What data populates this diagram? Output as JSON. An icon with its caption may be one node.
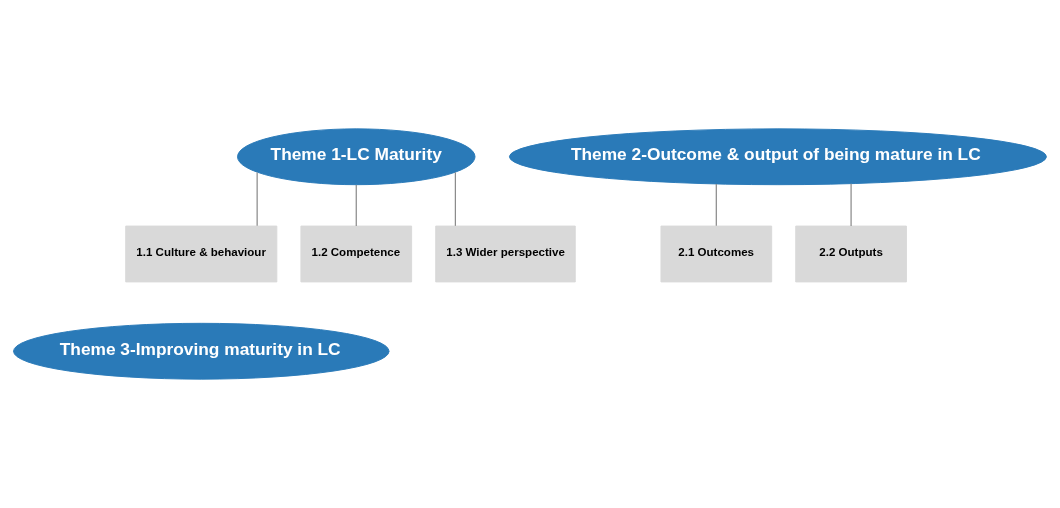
{
  "diagram": {
    "nodes": [
      {
        "text": [
          "Theme 1-LC Maturity"
        ]
      },
      {
        "text": [
          "Theme 2-Outcome & output of being mature in LC"
        ]
      },
      {
        "text": [
          "1.1 Culture & behaviour"
        ]
      },
      {
        "text": [
          "1.2 Competence"
        ]
      },
      {
        "text": [
          "1.3 Wider perspective"
        ]
      },
      {
        "text": [
          "2.1 Outcomes"
        ]
      },
      {
        "text": [
          "2.2 Outputs"
        ]
      },
      {
        "text": [
          "Theme 3-Improving maturity in LC"
        ]
      }
    ],
    "edges": [
      {
        "from": 0,
        "to": 2,
        "arrow": "none"
      },
      {
        "from": 0,
        "to": 3,
        "arrow": "none"
      },
      {
        "from": 0,
        "to": 4,
        "arrow": "none"
      },
      {
        "from": 1,
        "to": 5,
        "arrow": "none"
      },
      {
        "from": 1,
        "to": 6,
        "arrow": "none"
      }
    ]
  }
}
